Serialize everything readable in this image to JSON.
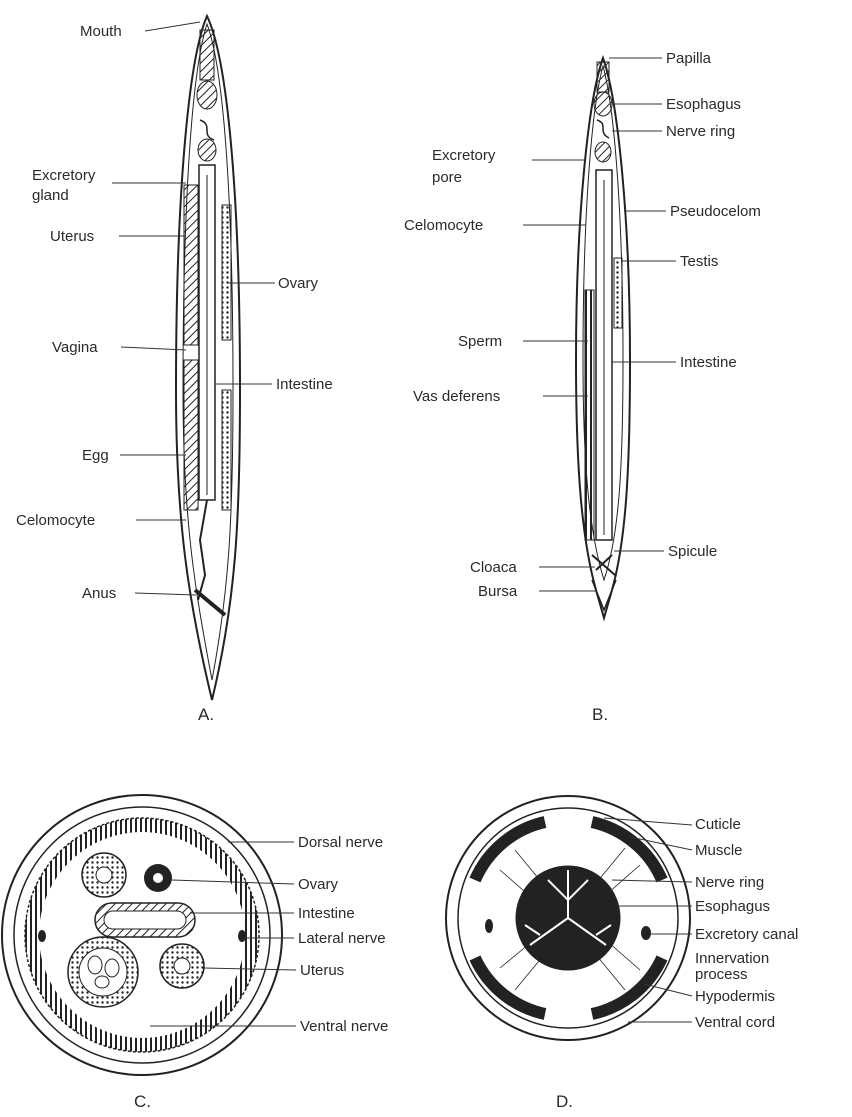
{
  "figure": {
    "panels": {
      "A": {
        "caption": "A.",
        "labels": {
          "mouth": "Mouth",
          "excretory_gland_1": "Excretory",
          "excretory_gland_2": "gland",
          "uterus": "Uterus",
          "ovary": "Ovary",
          "vagina": "Vagina",
          "intestine": "Intestine",
          "egg": "Egg",
          "celomocyte": "Celomocyte",
          "anus": "Anus"
        }
      },
      "B": {
        "caption": "B.",
        "labels": {
          "papilla": "Papilla",
          "esophagus": "Esophagus",
          "nerve_ring": "Nerve ring",
          "excretory_pore_1": "Excretory",
          "excretory_pore_2": "pore",
          "pseudocelom": "Pseudocelom",
          "celomocyte": "Celomocyte",
          "testis": "Testis",
          "sperm": "Sperm",
          "intestine": "Intestine",
          "vas_deferens": "Vas deferens",
          "spicule": "Spicule",
          "cloaca": "Cloaca",
          "bursa": "Bursa"
        }
      },
      "C": {
        "caption": "C.",
        "labels": {
          "dorsal_nerve": "Dorsal nerve",
          "ovary": "Ovary",
          "intestine": "Intestine",
          "lateral_nerve": "Lateral nerve",
          "uterus": "Uterus",
          "ventral_nerve": "Ventral nerve"
        }
      },
      "D": {
        "caption": "D.",
        "labels": {
          "cuticle": "Cuticle",
          "muscle": "Muscle",
          "nerve_ring": "Nerve ring",
          "esophagus": "Esophagus",
          "excretory_canal": "Excretory canal",
          "innervation_1": "Innervation",
          "innervation_2": "process",
          "hypodermis": "Hypodermis",
          "ventral_cord": "Ventral cord"
        }
      }
    }
  }
}
